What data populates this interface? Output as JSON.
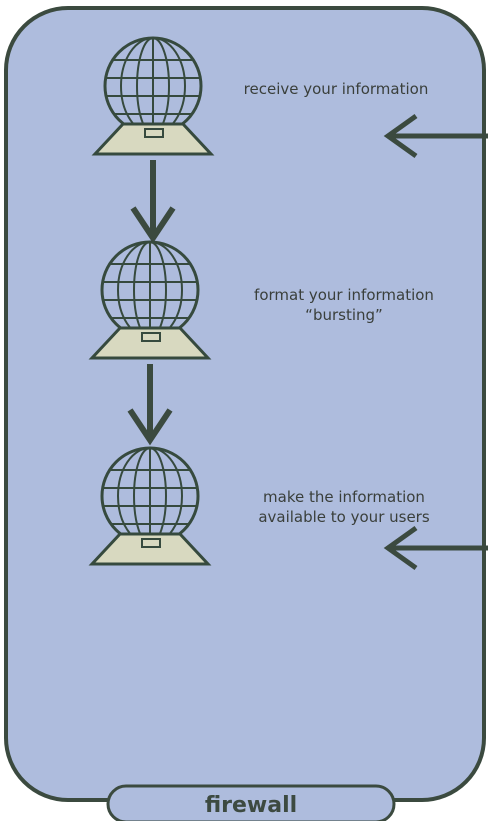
{
  "colors": {
    "panel_fill": "#aebcdd",
    "panel_stroke": "#3b4a3f",
    "globe_stroke": "#364a3e",
    "base_fill": "#d8d9c0",
    "arrow": "#3b4a3f"
  },
  "steps": [
    {
      "icon": "globe-on-laptop-icon",
      "lines": [
        "receive your information"
      ]
    },
    {
      "icon": "globe-on-laptop-icon",
      "lines": [
        "format your information",
        "“bursting”"
      ]
    },
    {
      "icon": "globe-on-laptop-icon",
      "lines": [
        "make the information",
        "available to your users"
      ]
    }
  ],
  "incoming_arrows": {
    "icon": "left-arrow-icon",
    "count": 2
  },
  "flow_arrows": {
    "icon": "down-arrow-icon",
    "count": 2
  },
  "firewall": {
    "label": "firewall"
  }
}
